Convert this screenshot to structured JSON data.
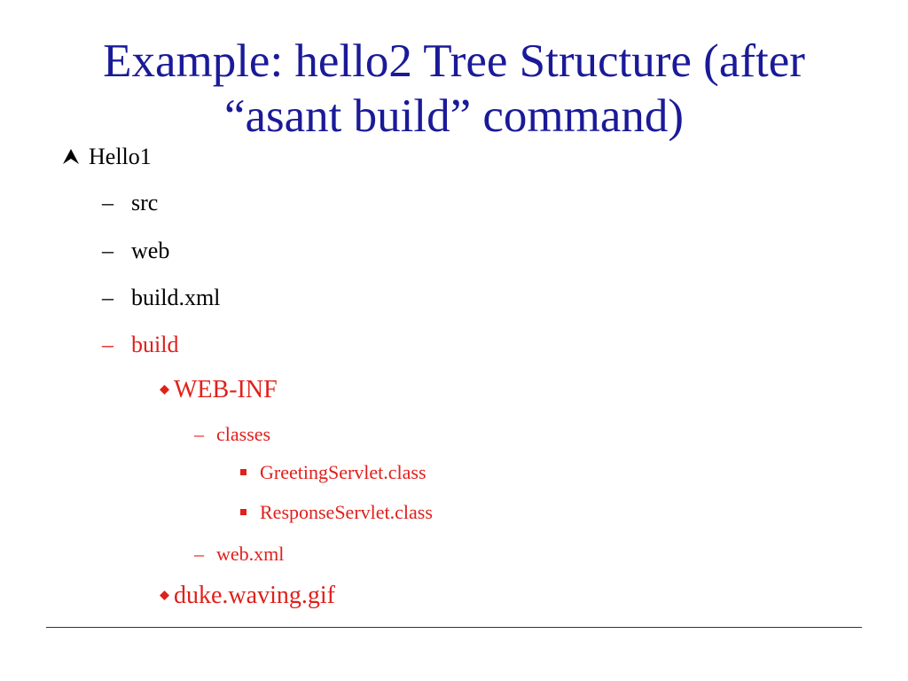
{
  "slide": {
    "title_line1": "Example: hello2 Tree Structure (after",
    "title_line2": "“asant build”  command)",
    "colors": {
      "title": "#1a1a99",
      "normal": "#000000",
      "highlight": "#e0201b"
    },
    "tree": {
      "root": "Hello1",
      "src": "src",
      "web": "web",
      "build_xml": "build.xml",
      "build": "build",
      "web_inf": "WEB-INF",
      "classes": "classes",
      "greeting_servlet": "GreetingServlet.class",
      "response_servlet": "ResponseServlet.class",
      "web_xml": "web.xml",
      "duke_gif": "duke.waving.gif"
    },
    "markers": {
      "dash": "–"
    },
    "icons": {
      "level1": "arrow-up-icon",
      "level3": "diamond-icon",
      "level5": "square-bullet-icon"
    }
  }
}
